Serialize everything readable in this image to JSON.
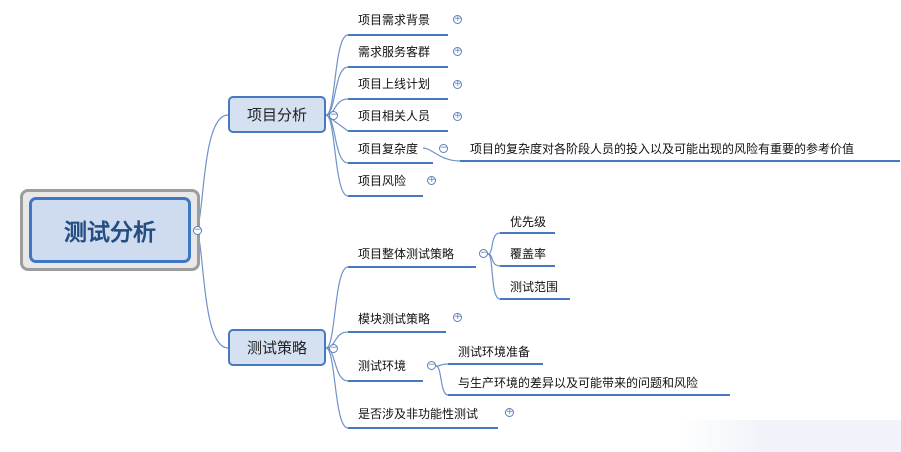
{
  "root": {
    "label": "测试分析"
  },
  "branches": [
    {
      "label": "项目分析"
    },
    {
      "label": "测试策略"
    }
  ],
  "project_items": [
    {
      "label": "项目需求背景"
    },
    {
      "label": "需求服务客群"
    },
    {
      "label": "项目上线计划"
    },
    {
      "label": "项目相关人员"
    },
    {
      "label": "项目复杂度"
    },
    {
      "label": "项目风险"
    }
  ],
  "complexity_note": "项目的复杂度对各阶段人员的投入以及可能出现的风险有重要的参考价值",
  "strategy_items": [
    {
      "label": "项目整体测试策略"
    },
    {
      "label": "模块测试策略"
    },
    {
      "label": "测试环境"
    },
    {
      "label": "是否涉及非功能性测试"
    }
  ],
  "overall_strategy_children": [
    {
      "label": "优先级"
    },
    {
      "label": "覆盖率"
    },
    {
      "label": "测试范围"
    }
  ],
  "env_children": [
    {
      "label": "测试环境准备"
    },
    {
      "label": "与生产环境的差异以及可能带来的问题和风险"
    }
  ],
  "toggles": {
    "expand": "+",
    "collapse": "−"
  },
  "colors": {
    "line": "#4779c1",
    "node_fill": "#d5e1f1",
    "root_text": "#244d82"
  }
}
